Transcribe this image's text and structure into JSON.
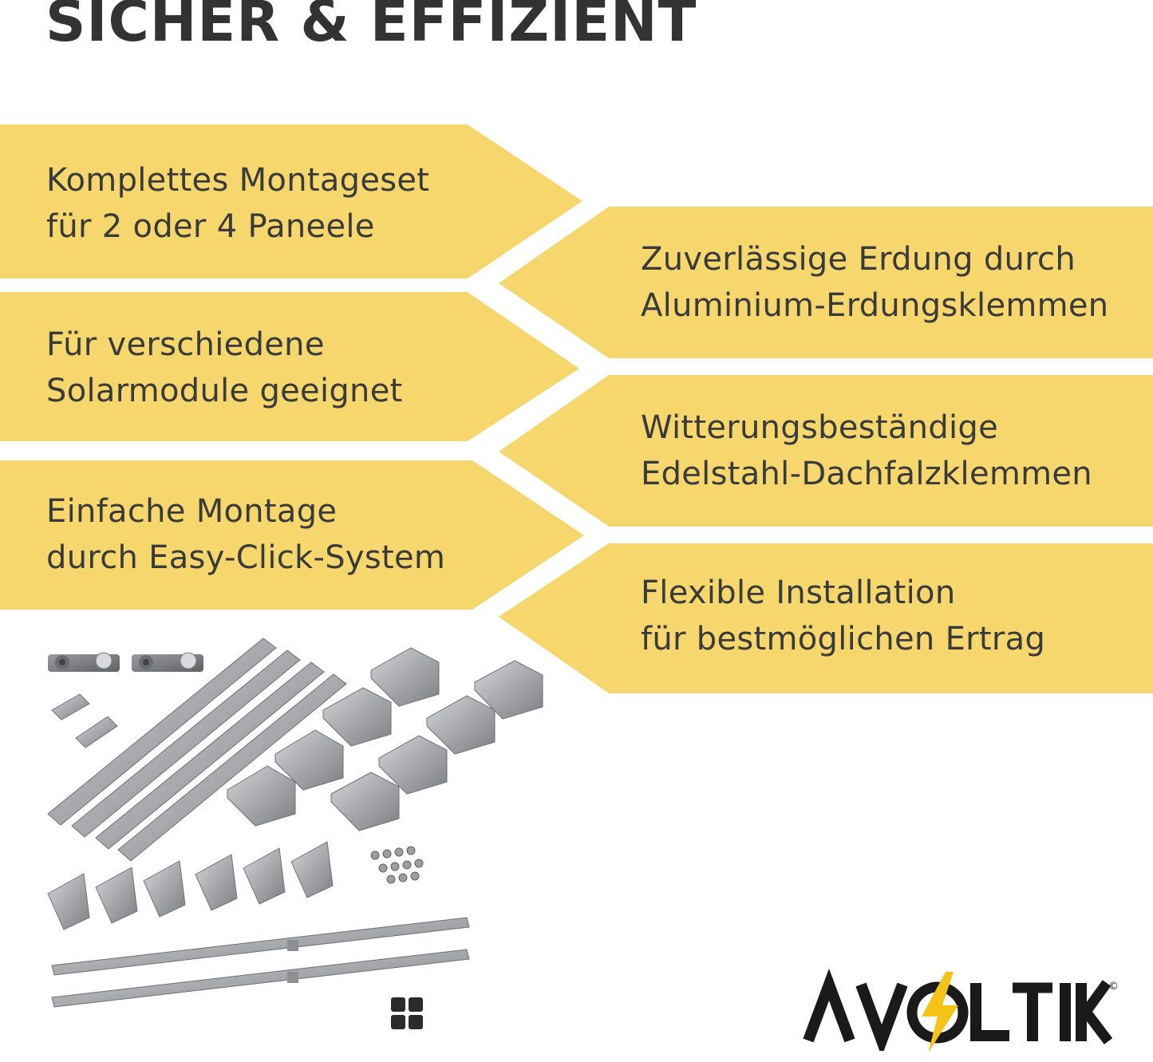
{
  "header": {
    "title": "SICHER & EFFIZIENT"
  },
  "features_left": [
    {
      "line1": "Komplettes Montageset",
      "line2": "für 2 oder 4 Paneele"
    },
    {
      "line1": "Für verschiedene",
      "line2": "Solarmodule geeignet"
    },
    {
      "line1": "Einfache Montage",
      "line2": "durch Easy-Click-System"
    }
  ],
  "features_right": [
    {
      "line1": "Zuverlässige Erdung durch",
      "line2": "Aluminium-Erdungsklemmen"
    },
    {
      "line1": "Witterungsbeständige",
      "line2": "Edelstahl-Dachfalzklemmen"
    },
    {
      "line1": "Flexible Installation",
      "line2": "für bestmöglichen Ertrag"
    }
  ],
  "brand": {
    "logo_text": "AVOLTIK",
    "copyright_mark": "©",
    "accent_color": "#f5d76e",
    "text_color": "#1a1a1a",
    "bolt_color": "#f3c417"
  },
  "colors": {
    "banner": "#f5d76e",
    "heading": "#333333",
    "body_text": "#3a3a3a",
    "metal": "#a7a9ac"
  },
  "icons": [
    "lightning-bolt-icon"
  ]
}
